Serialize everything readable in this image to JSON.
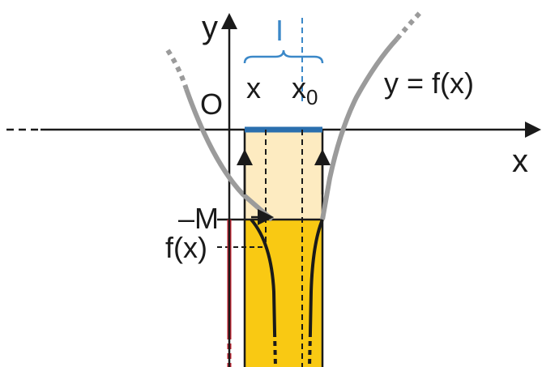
{
  "labels": {
    "y_axis": "y",
    "x_axis": "x",
    "origin": "O",
    "interval": "I",
    "x_point": "x",
    "x0_base": "x",
    "x0_sub": "0",
    "function": "y = f(x)",
    "minus_m": "–M",
    "fx": "f(x)"
  },
  "colors": {
    "axis": "#1a1a1a",
    "curve": "#9b9b9b",
    "interval_blue": "#2a6fae",
    "brace_blue": "#3b88c8",
    "band_light": "#fdebc1",
    "band_dark": "#f9c913",
    "red_segment": "#c8202f"
  }
}
